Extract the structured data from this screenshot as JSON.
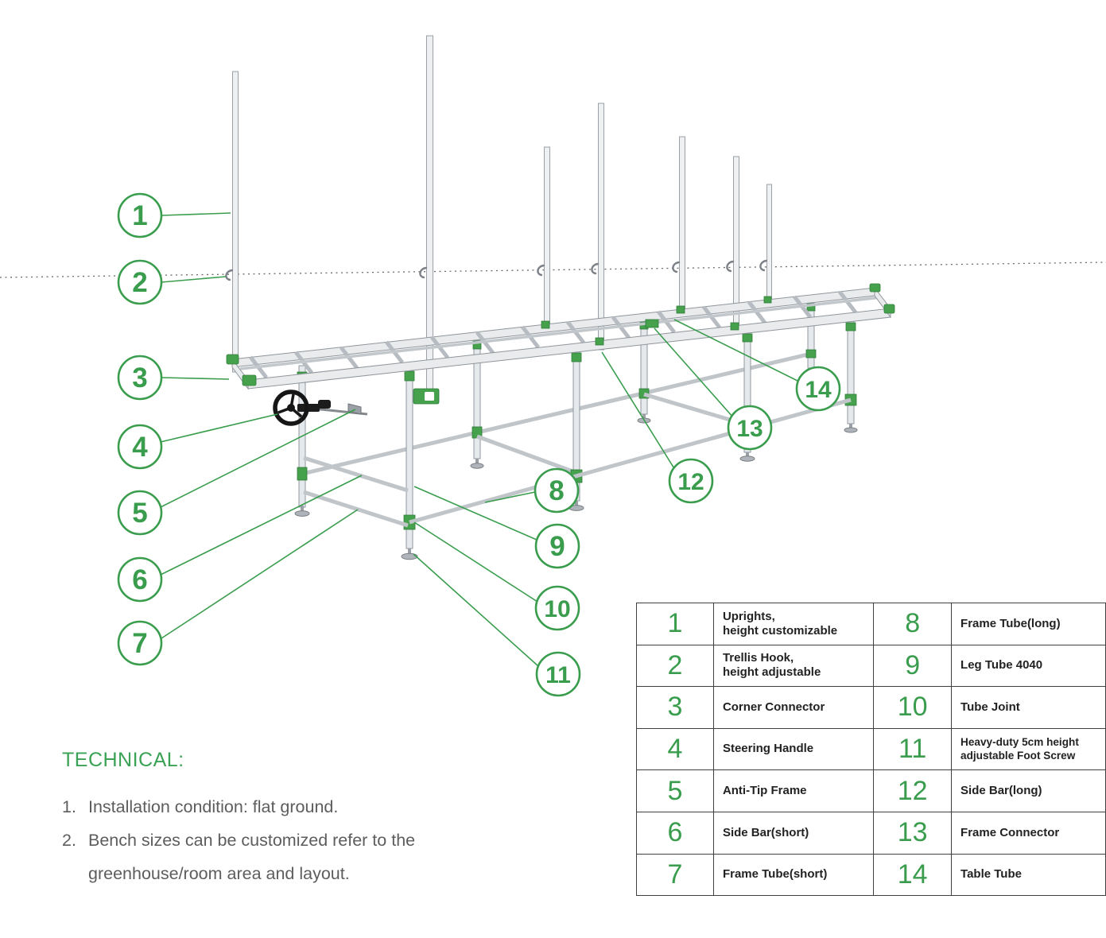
{
  "colors": {
    "accent_green": "#3a9d4e",
    "connector_green": "#46a14c",
    "frame_silver": "#e9ebed",
    "note_gray": "#5d5d5d",
    "table_border": "#3f3f3f"
  },
  "callouts": [
    {
      "n": "1"
    },
    {
      "n": "2"
    },
    {
      "n": "3"
    },
    {
      "n": "4"
    },
    {
      "n": "5"
    },
    {
      "n": "6"
    },
    {
      "n": "7"
    },
    {
      "n": "8"
    },
    {
      "n": "9"
    },
    {
      "n": "10"
    },
    {
      "n": "11"
    },
    {
      "n": "12"
    },
    {
      "n": "13"
    },
    {
      "n": "14"
    }
  ],
  "parts_table": {
    "rows": [
      {
        "n_left": "1",
        "label_left": [
          "Uprights,",
          "height customizable"
        ],
        "n_right": "8",
        "label_right": [
          "Frame Tube(long)"
        ]
      },
      {
        "n_left": "2",
        "label_left": [
          "Trellis Hook,",
          "height adjustable"
        ],
        "n_right": "9",
        "label_right": [
          "Leg Tube 4040"
        ]
      },
      {
        "n_left": "3",
        "label_left": [
          "Corner Connector"
        ],
        "n_right": "10",
        "label_right": [
          "Tube Joint"
        ]
      },
      {
        "n_left": "4",
        "label_left": [
          "Steering Handle"
        ],
        "n_right": "11",
        "label_right": [
          "Heavy-duty 5cm height",
          "adjustable Foot Screw"
        ]
      },
      {
        "n_left": "5",
        "label_left": [
          "Anti-Tip Frame"
        ],
        "n_right": "12",
        "label_right": [
          "Side Bar(long)"
        ]
      },
      {
        "n_left": "6",
        "label_left": [
          "Side Bar(short)"
        ],
        "n_right": "13",
        "label_right": [
          "Frame Connector"
        ]
      },
      {
        "n_left": "7",
        "label_left": [
          "Frame Tube(short)"
        ],
        "n_right": "14",
        "label_right": [
          "Table Tube"
        ]
      }
    ]
  },
  "technical": {
    "title": "TECHNICAL:",
    "notes": [
      {
        "n": "1.",
        "text": "Installation condition: flat ground."
      },
      {
        "n": "2.",
        "text": "Bench sizes can be customized refer to the greenhouse/room area and layout."
      }
    ]
  }
}
